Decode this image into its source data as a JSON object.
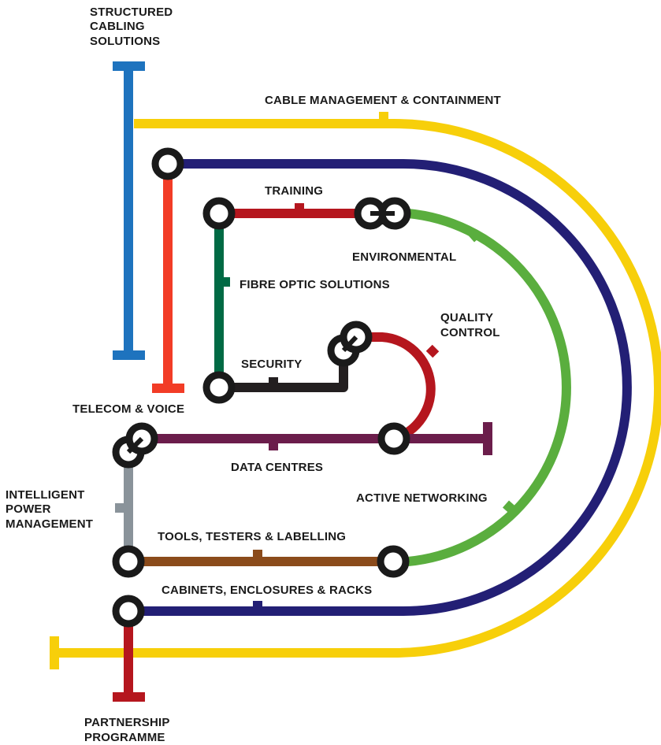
{
  "labels": {
    "structured_1": "STRUCTURED",
    "structured_2": "CABLING",
    "structured_3": "SOLUTIONS",
    "cable_mgmt": "CABLE MANAGEMENT & CONTAINMENT",
    "training": "TRAINING",
    "environmental": "ENVIRONMENTAL",
    "fibre": "FIBRE OPTIC SOLUTIONS",
    "quality_1": "QUALITY",
    "quality_2": "CONTROL",
    "security": "SECURITY",
    "telecom": "TELECOM & VOICE",
    "data_centres": "DATA CENTRES",
    "ipm_1": "INTELLIGENT",
    "ipm_2": "POWER",
    "ipm_3": "MANAGEMENT",
    "active": "ACTIVE NETWORKING",
    "tools": "TOOLS, TESTERS & LABELLING",
    "cabinets": "CABINETS, ENCLOSURES & RACKS",
    "partner_1": "PARTNERSHIP",
    "partner_2": "PROGRAMME"
  },
  "colors": {
    "structured_cabling": "#1e73be",
    "cable_management": "#f7cf0a",
    "cabinets": "#231f75",
    "telecom": "#f23c26",
    "fibre_optic": "#006a44",
    "training": "#b5161e",
    "environmental": "#5aae3e",
    "security": "#231f20",
    "quality_control": "#b5161e",
    "data_centres": "#6b1d4b",
    "power_management": "#8a939a",
    "tools": "#8b4b1b",
    "partnership": "#b5161e",
    "station_outline": "#1a1a1a"
  }
}
